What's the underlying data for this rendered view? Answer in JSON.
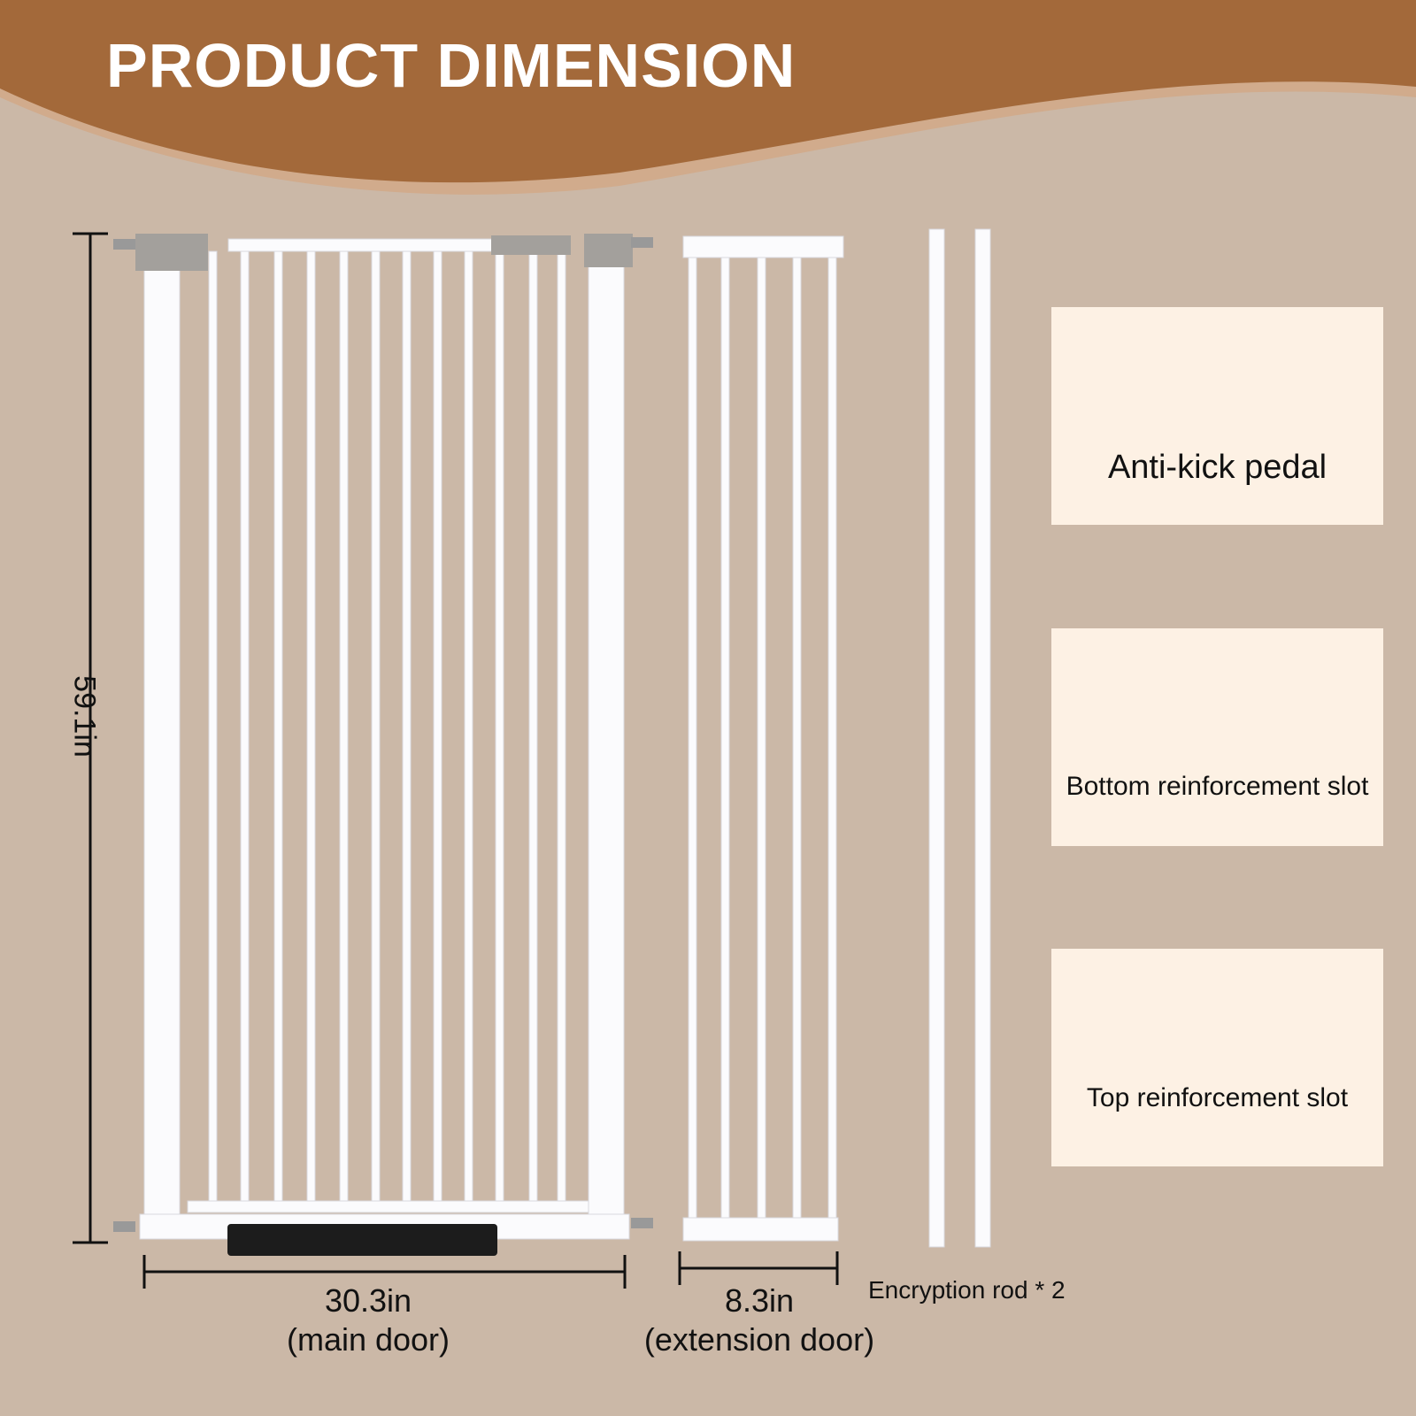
{
  "title": "PRODUCT DIMENSION",
  "height_label": "59.1in",
  "main_door": {
    "width": "30.3in",
    "label": "(main door)"
  },
  "extension_door": {
    "width": "8.3in",
    "label": "(extension door)"
  },
  "rod_label": "Encryption rod * 2",
  "cards": [
    {
      "label": "Anti-kick pedal"
    },
    {
      "label": "Bottom reinforcement slot"
    },
    {
      "label": "Top reinforcement slot"
    }
  ],
  "colors": {
    "banner": "#a3693a",
    "background": "#cbb8a7",
    "card": "#fdf1e4"
  }
}
